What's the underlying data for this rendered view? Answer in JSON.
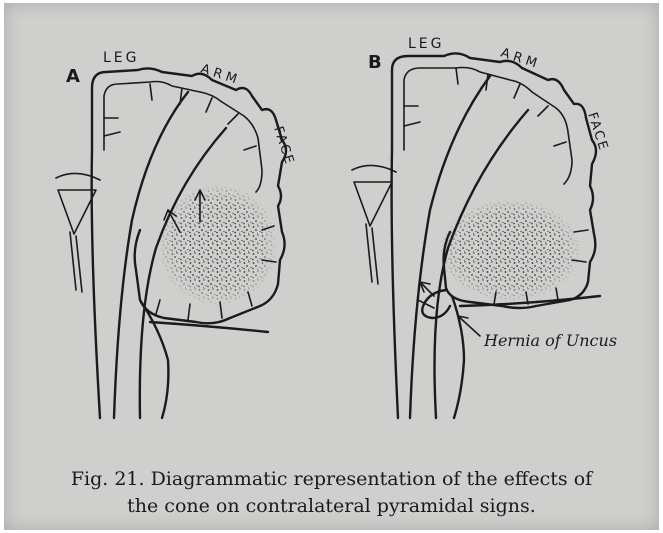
{
  "panel_a": {
    "letter": "A",
    "labels": {
      "leg": "LEG",
      "arm": "ARM",
      "face": "FACE"
    }
  },
  "panel_b": {
    "letter": "B",
    "labels": {
      "leg": "LEG",
      "arm": "ARM",
      "face": "FACE"
    },
    "annotation": "Hernia of Uncus"
  },
  "caption": {
    "line1": "Fig. 21. Diagrammatic representation of the effects of",
    "line2": "the cone on contralateral pyramidal signs."
  }
}
